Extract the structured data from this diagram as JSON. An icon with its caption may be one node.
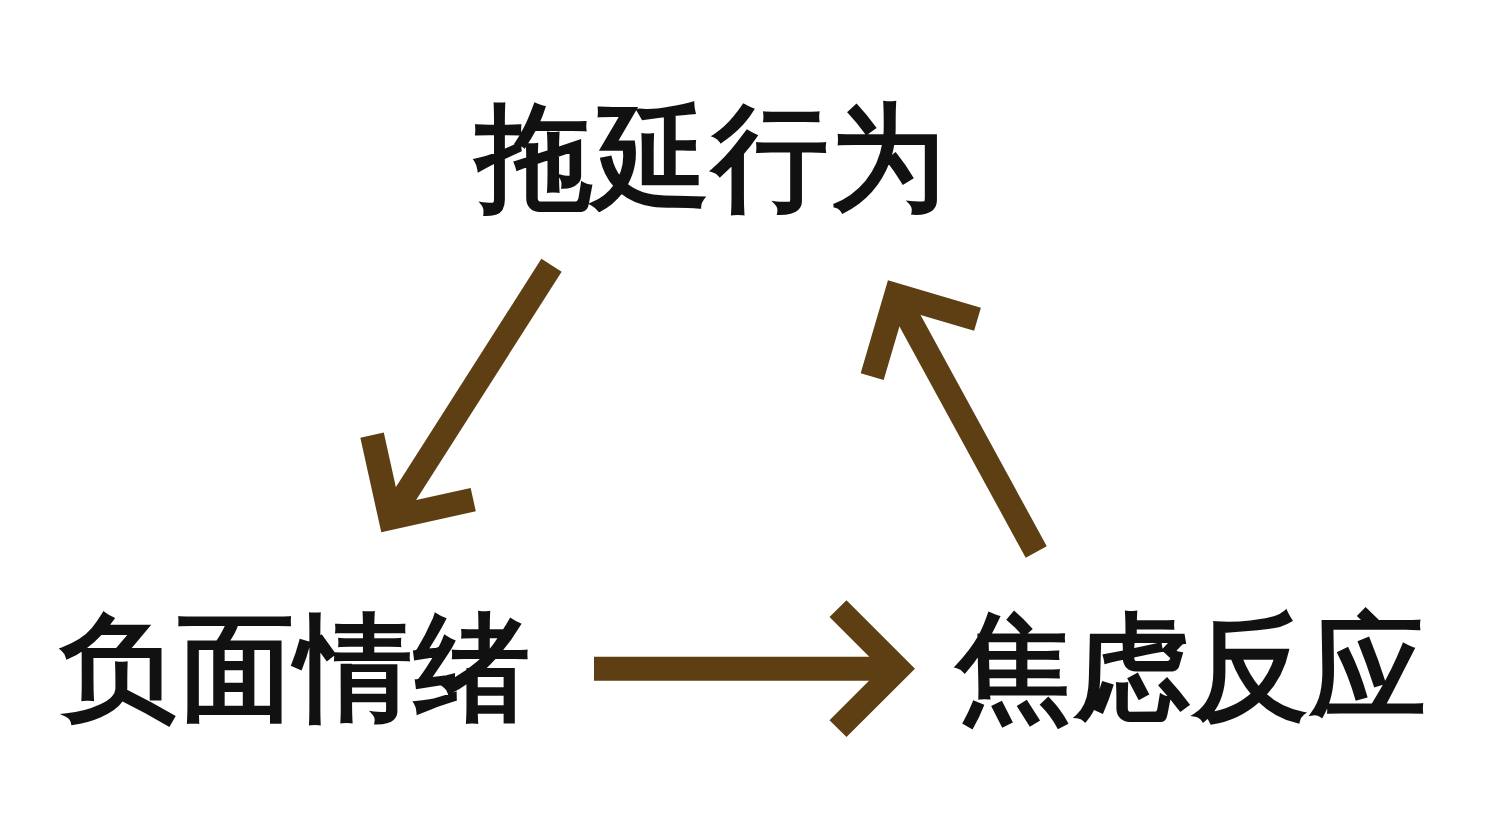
{
  "diagram": {
    "nodes": [
      {
        "text": [
          "拖延行为"
        ]
      },
      {
        "text": [
          "负面情绪"
        ]
      },
      {
        "text": [
          "焦虑反应"
        ]
      }
    ],
    "edges": [
      {
        "from": 0,
        "to": 1,
        "arrow": "to"
      },
      {
        "from": 1,
        "to": 2,
        "arrow": "to"
      },
      {
        "from": 2,
        "to": 0,
        "arrow": "to"
      }
    ]
  }
}
